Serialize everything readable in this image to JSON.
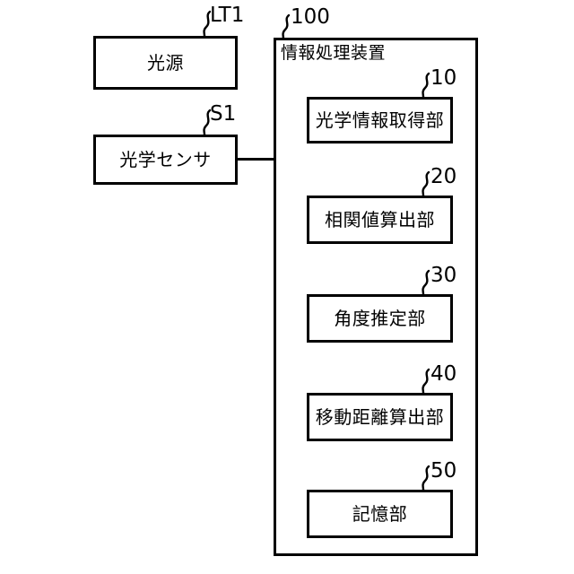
{
  "figure": {
    "type": "block-diagram",
    "language": "ja",
    "background_color": "#ffffff",
    "line_color": "#000000"
  },
  "external_blocks": [
    {
      "id": "light-source",
      "label": "光源",
      "reference": "LT1"
    },
    {
      "id": "optical-sensor",
      "label": "光学センサ",
      "reference": "S1"
    }
  ],
  "device": {
    "title": "情報処理装置",
    "reference": "100",
    "units": [
      {
        "id": "optical-info-acquisition",
        "label": "光学情報取得部",
        "reference": "10"
      },
      {
        "id": "correlation-value-calculation",
        "label": "相関値算出部",
        "reference": "20"
      },
      {
        "id": "angle-estimation",
        "label": "角度推定部",
        "reference": "30"
      },
      {
        "id": "movement-distance-calculation",
        "label": "移動距離算出部",
        "reference": "40"
      },
      {
        "id": "storage",
        "label": "記憶部",
        "reference": "50"
      }
    ]
  },
  "connections": [
    {
      "from": "optical-sensor",
      "to": "device",
      "style": "solid-line"
    }
  ]
}
